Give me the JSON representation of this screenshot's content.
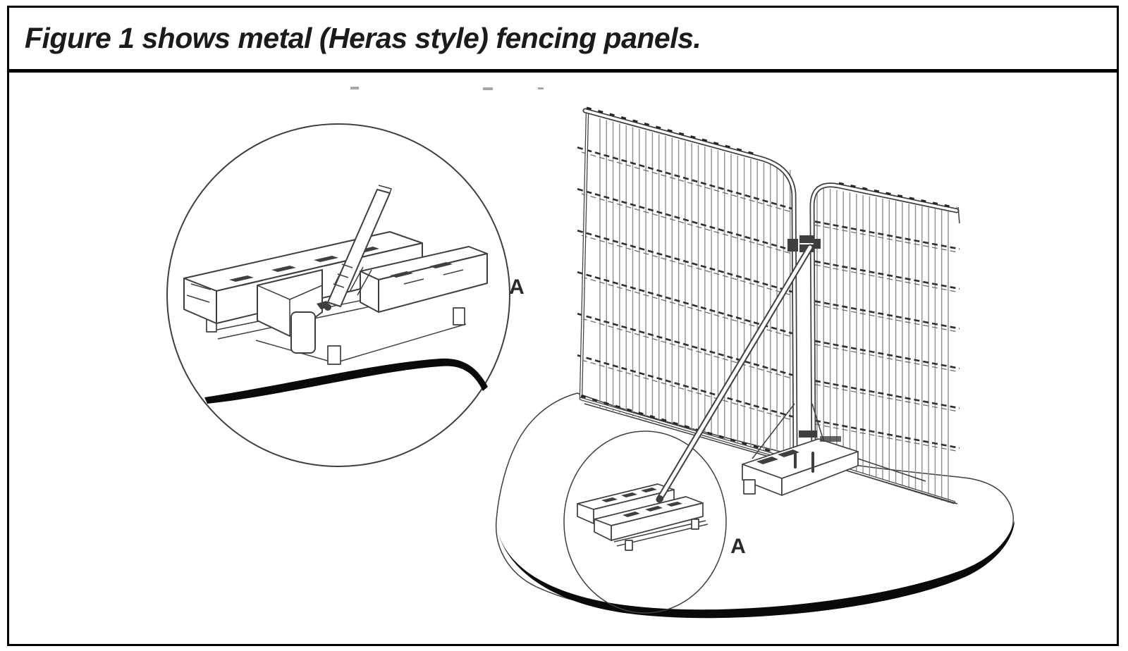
{
  "figure": {
    "caption": "Figure 1 shows metal (Heras style) fencing panels.",
    "labels": {
      "left_detail": "A",
      "right_detail": "A"
    },
    "colors": {
      "background": "#ffffff",
      "border": "#000000",
      "line_art": "#3f3f3f",
      "mesh_wire": "#8f8f8f",
      "mesh_cross": "#2f2f2f",
      "shadow": "#0a0a0a",
      "caption_text": "#1b1b1d"
    }
  }
}
